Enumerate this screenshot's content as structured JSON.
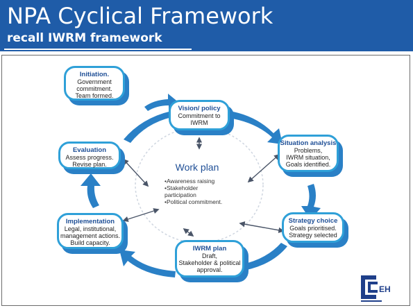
{
  "slide": {
    "title": "NPA Cyclical Framework",
    "subtitle": "recall IWRM framework"
  },
  "boxes": {
    "initiation": {
      "heading": "Initiation.",
      "lines": [
        "Government",
        "commitment.",
        "Team formed."
      ]
    },
    "vision": {
      "heading": "Vision/ policy",
      "lines": [
        "Commitment to",
        "IWRM"
      ]
    },
    "situation": {
      "heading": "Situation analysis",
      "lines": [
        "Problems,",
        "IWRM situation,",
        "Goals identified."
      ]
    },
    "evaluation": {
      "heading": "Evaluation",
      "lines": [
        "Assess progress.",
        "Revise plan."
      ]
    },
    "strategy": {
      "heading": "Strategy choice",
      "lines": [
        "Goals prioritised.",
        "Strategy selected"
      ]
    },
    "implementation": {
      "heading": "Implementation",
      "lines": [
        "Legal, institutional,",
        "management actions.",
        "Build capacity."
      ]
    },
    "iwrm_plan": {
      "heading": "IWRM plan",
      "lines": [
        "Draft,",
        "Stakeholder & political",
        "approval."
      ]
    }
  },
  "center": {
    "title": "Work plan",
    "items": [
      "•Awareness raising",
      "•Stakeholder",
      "participation",
      "•Political commitment."
    ]
  },
  "logo": {
    "text": "EH"
  },
  "colors": {
    "header": "#1f5ca8",
    "arrow": "#2a80c6",
    "box_border": "#2fa0d8",
    "box_heading": "#1f4f96"
  }
}
